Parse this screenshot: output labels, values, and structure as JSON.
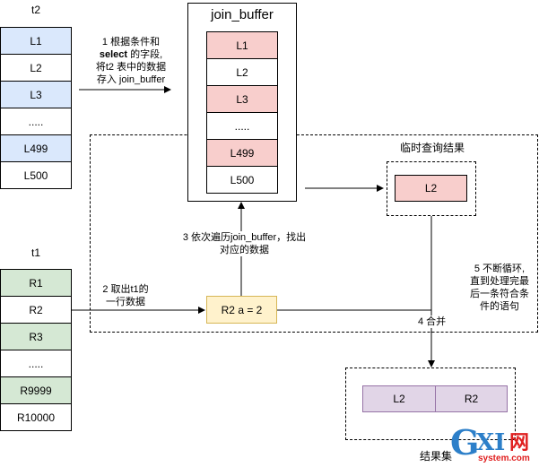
{
  "colors": {
    "blue": "#dae8fc",
    "pink": "#f8cecc",
    "green": "#d5e8d4",
    "yellow": "#fff2cc",
    "purple": "#e1d5e7",
    "white": "#ffffff",
    "watermark_blue": "#2c7fc9",
    "watermark_red": "#e02020"
  },
  "t2": {
    "label": "t2",
    "rows": [
      "L1",
      "L2",
      "L3",
      ".....",
      "L499",
      "L500"
    ]
  },
  "t1": {
    "label": "t1",
    "rows": [
      "R1",
      "R2",
      "R3",
      ".....",
      "R9999",
      "R10000"
    ]
  },
  "join_buffer": {
    "title": "join_buffer",
    "rows": [
      "L1",
      "L2",
      "L3",
      ".....",
      "L499",
      "L500"
    ]
  },
  "step1": {
    "num": "1",
    "line1": "根据条件和",
    "line2_bold": "select",
    "line2_rest": " 的字段,",
    "line3": "将t2 表中的数据",
    "line4": "存入 join_buffer"
  },
  "step2": {
    "line1": "2 取出t1的",
    "line2": "一行数据"
  },
  "step3": {
    "line1": "3 依次遍历join_buffer，找出",
    "line2": "对应的数据"
  },
  "step4": {
    "label": "4 合并"
  },
  "step5": {
    "lines": [
      "5 不断循环,",
      "直到处理完最",
      "后一条符合条",
      "件的语句"
    ]
  },
  "condition_box": {
    "label": "R2 a = 2"
  },
  "temp_result": {
    "title": "临时查询结果",
    "value": "L2"
  },
  "result_set": {
    "title": "结果集",
    "left": "L2",
    "right": "R2"
  },
  "watermark": {
    "g": "G",
    "xi": "XI",
    "wang": "网",
    "domain": "system.com"
  }
}
